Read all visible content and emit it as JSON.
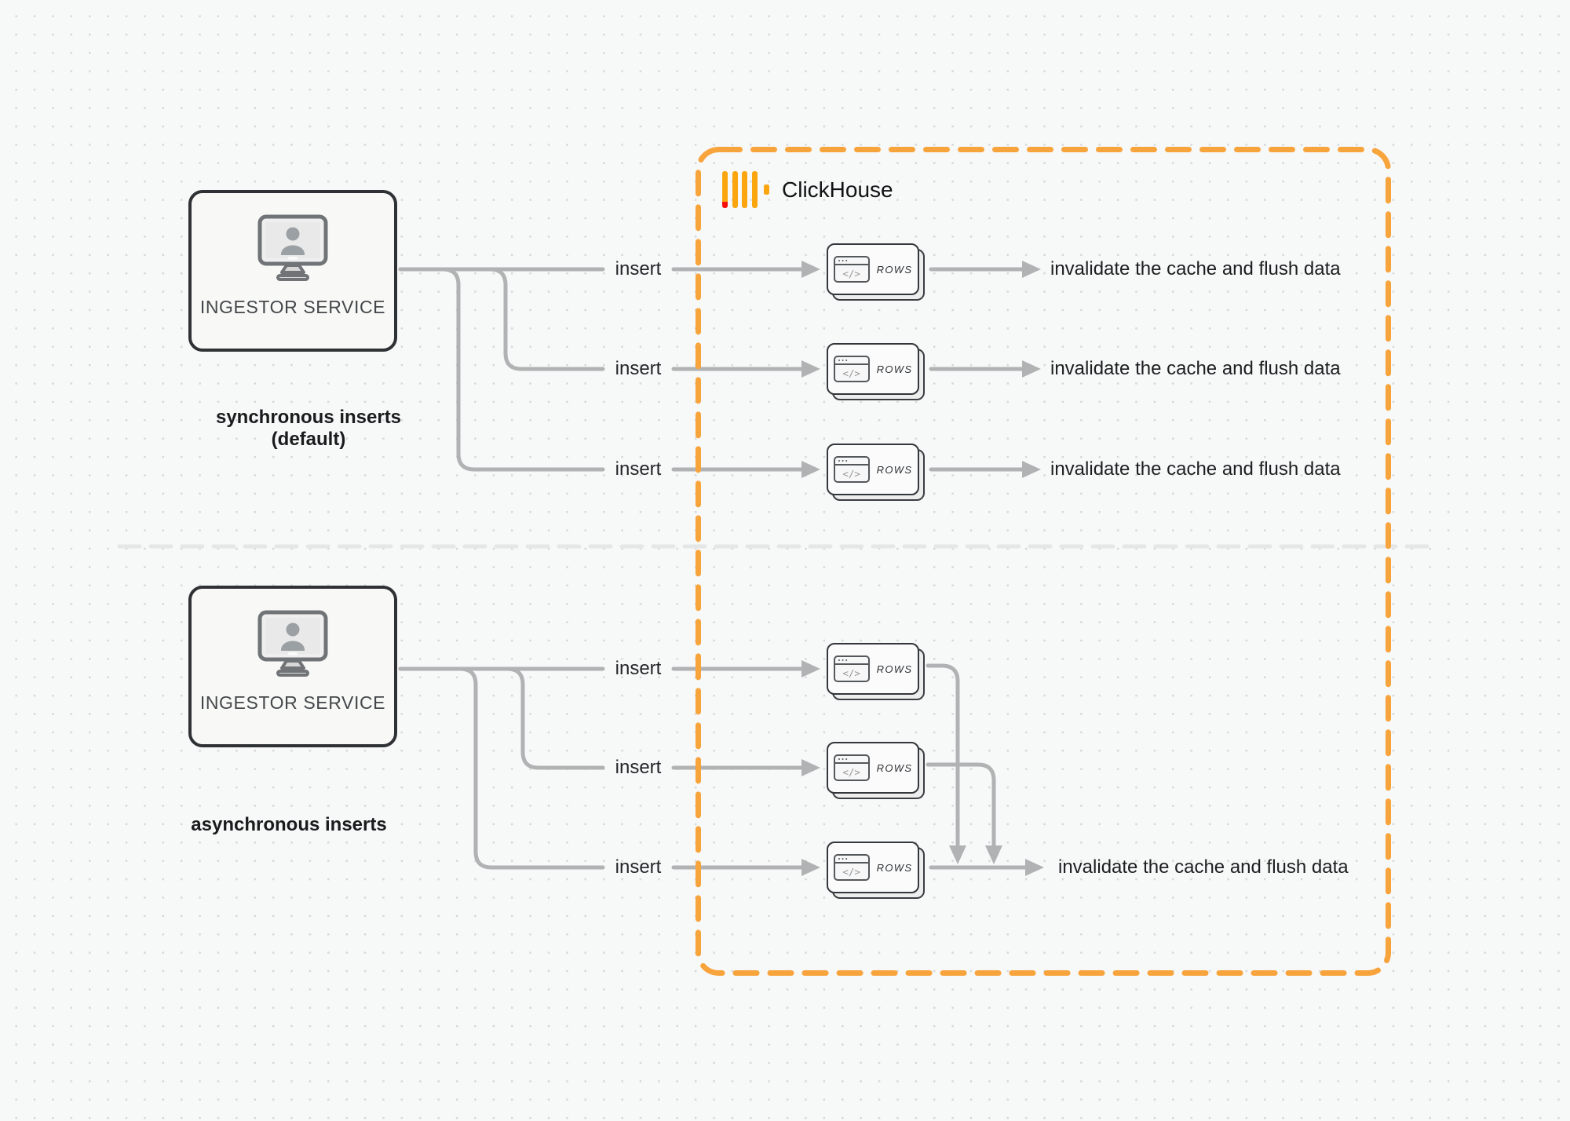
{
  "page": {
    "background_color": "#f7f8f8",
    "dot_grid_color": "#d7d8d9",
    "wire_color": "#b1b2b3",
    "divider_color": "#e5e6e6"
  },
  "sync_section": {
    "service_label": "INGESTOR SERVICE",
    "caption": "synchronous inserts (default)",
    "rows": [
      {
        "insert_label": "insert",
        "node_label": "ROWS",
        "result_label": "invalidate the cache and flush data"
      },
      {
        "insert_label": "insert",
        "node_label": "ROWS",
        "result_label": "invalidate the cache and flush data"
      },
      {
        "insert_label": "insert",
        "node_label": "ROWS",
        "result_label": "invalidate the cache and flush data"
      }
    ]
  },
  "async_section": {
    "service_label": "INGESTOR SERVICE",
    "caption": "asynchronous inserts",
    "rows": [
      {
        "insert_label": "insert",
        "node_label": "ROWS"
      },
      {
        "insert_label": "insert",
        "node_label": "ROWS"
      },
      {
        "insert_label": "insert",
        "node_label": "ROWS"
      }
    ],
    "result_label": "invalidate the cache and flush data"
  },
  "cluster": {
    "brand": "ClickHouse",
    "node_code_glyph": "</>",
    "accent_color": "#F8A43D",
    "logo_bar_color": "#FBA60F",
    "logo_red_color": "#F5100C"
  }
}
